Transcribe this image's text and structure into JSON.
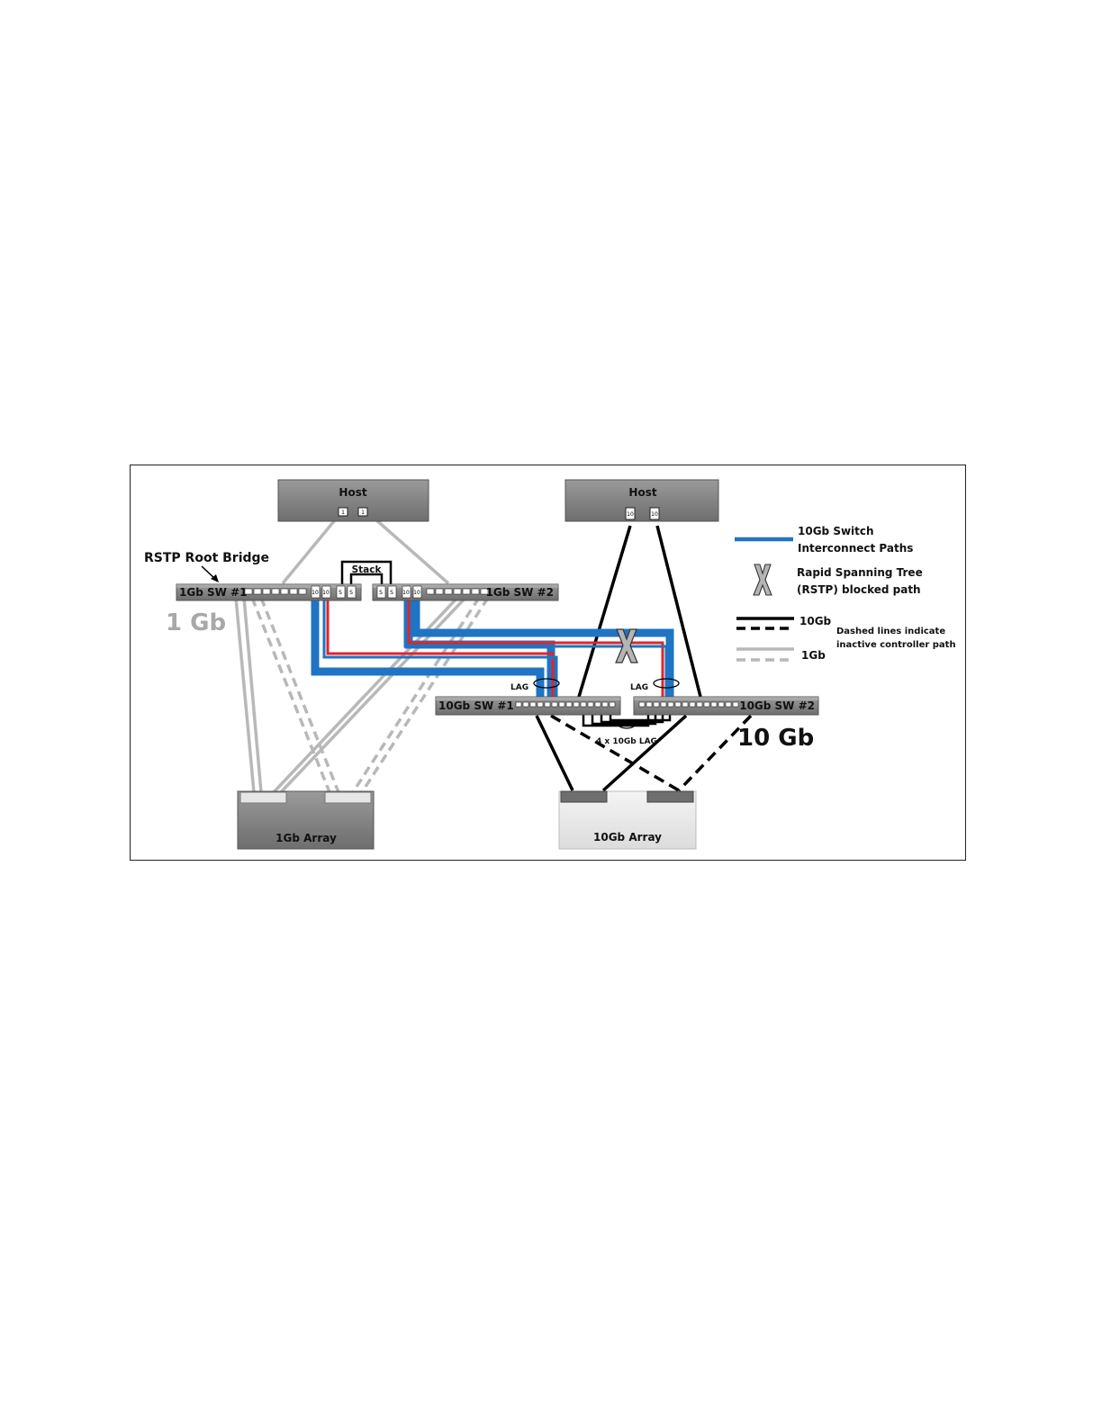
{
  "diagram": {
    "host_left": "Host",
    "host_right": "Host",
    "host_left_ports": [
      "1",
      "1"
    ],
    "host_right_ports": [
      "10",
      "10"
    ],
    "rstp_root": "RSTP Root Bridge",
    "stack": "Stack",
    "sw1g_1": "1Gb SW #1",
    "sw1g_2": "1Gb SW #2",
    "sw1g_1_ports": [
      "10",
      "10",
      "S",
      "S"
    ],
    "sw1g_2_ports": [
      "S",
      "S",
      "10",
      "10"
    ],
    "label_1gb": "1 Gb",
    "label_10gb": "10 Gb",
    "sw10g_1": "10Gb SW #1",
    "sw10g_2": "10Gb SW #2",
    "lag_left": "LAG",
    "lag_right": "LAG",
    "lag_4x": "4 x 10Gb LAG",
    "array_1g": "1Gb Array",
    "array_10g": "10Gb Array"
  },
  "legend": {
    "interconnect_line1": "10Gb Switch",
    "interconnect_line2": "Interconnect Paths",
    "rstp_line1": "Rapid Spanning Tree",
    "rstp_line2": "(RSTP) blocked path",
    "tengb": "10Gb",
    "onegb": "1Gb",
    "dashed_line1": "Dashed lines indicate",
    "dashed_line2": "inactive controller path"
  },
  "colors": {
    "blue": "#1f74c4",
    "red": "#e0242c",
    "gray_line": "#b8b8b8",
    "box_dark": "#7a7a7a",
    "box_light": "#e8e8e8",
    "black": "#000000"
  }
}
